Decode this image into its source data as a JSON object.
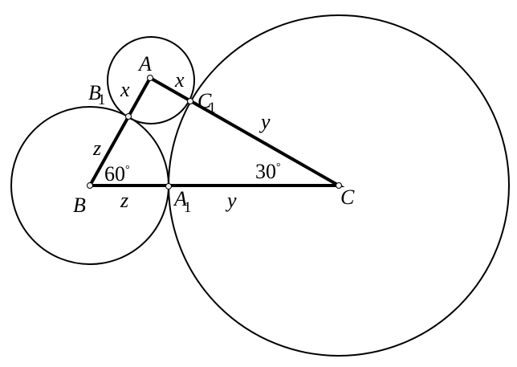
{
  "colors": {
    "stroke": "#000000",
    "point_fill": "#eeeef4",
    "background": "#ffffff"
  },
  "points": {
    "A": "A",
    "B": "B",
    "C": "C",
    "A1": "A",
    "A1_sub": "1",
    "B1": "B",
    "B1_sub": "1",
    "C1": "C",
    "C1_sub": "1"
  },
  "segments": {
    "AB1": "x",
    "AC1": "x",
    "BB1": "z",
    "BA1": "z",
    "CC1": "y",
    "CA1": "y"
  },
  "angles": {
    "B": "60",
    "C": "30",
    "degree_mark": "°"
  }
}
